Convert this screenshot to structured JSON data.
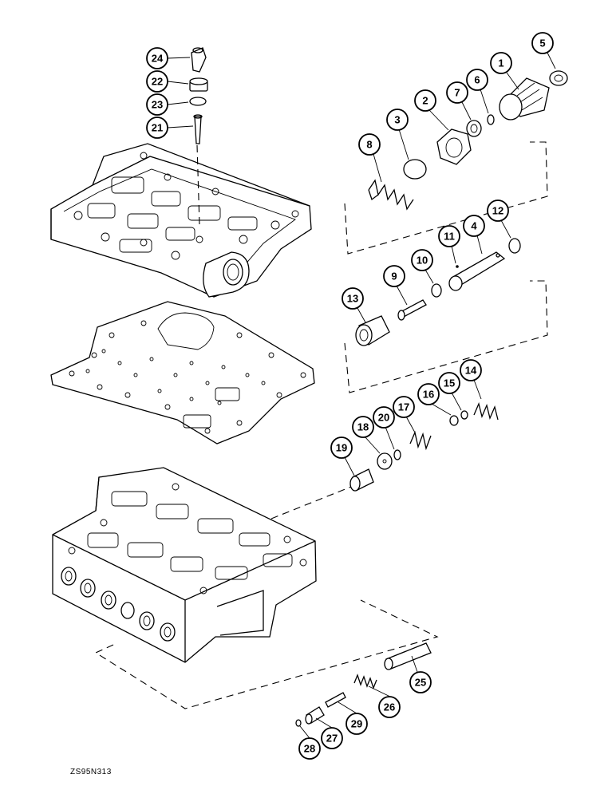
{
  "figure": {
    "code": "ZS95N313",
    "callouts": [
      "1",
      "2",
      "3",
      "4",
      "5",
      "6",
      "7",
      "8",
      "9",
      "10",
      "11",
      "12",
      "13",
      "14",
      "15",
      "16",
      "17",
      "18",
      "19",
      "20",
      "21",
      "22",
      "23",
      "24",
      "25",
      "26",
      "27",
      "28",
      "29"
    ]
  }
}
